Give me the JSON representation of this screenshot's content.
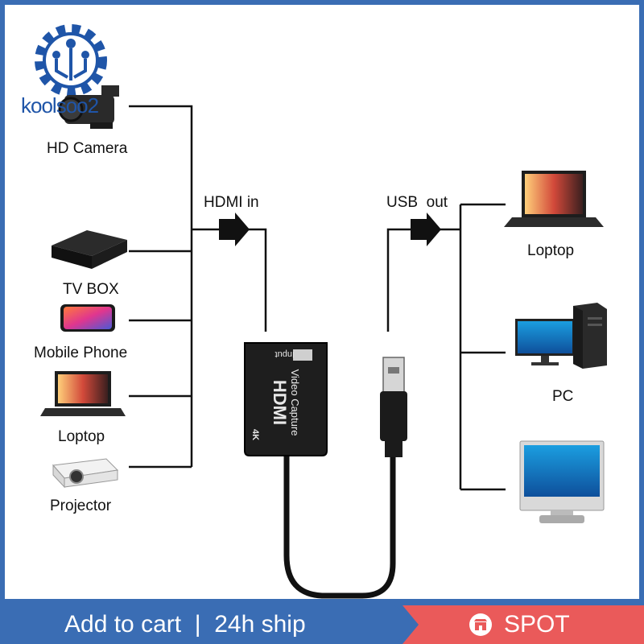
{
  "brand": {
    "logo_text": "koolsoo2"
  },
  "inputs": {
    "header": "HDMI in",
    "devices": [
      {
        "label": "HD Camera"
      },
      {
        "label": "TV BOX"
      },
      {
        "label": "Mobile Phone"
      },
      {
        "label": "Loptop"
      },
      {
        "label": "Projector"
      }
    ]
  },
  "outputs": {
    "header": "USB  out",
    "devices": [
      {
        "label": "Loptop"
      },
      {
        "label": "PC"
      },
      {
        "label": ""
      }
    ]
  },
  "device": {
    "input_label": "Input",
    "brand_mark": "HDMI",
    "product_text": "Video Capture",
    "badge": "4K"
  },
  "footer": {
    "cart_text": "Add to cart  |  24h ship",
    "spot_text": "SPOT"
  },
  "colors": {
    "frame": "#3a6db4",
    "spot": "#ea5a5a",
    "line": "#111111"
  }
}
